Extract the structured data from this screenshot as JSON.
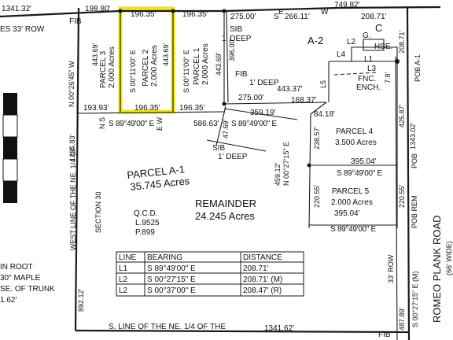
{
  "colors": {
    "highlight": "#f2e600",
    "line": "#1a1a1a",
    "paper": "#ffffff"
  },
  "top_labels": {
    "top_left_dim": "1341.32'",
    "row_left": "ES 33' ROW",
    "fib_top": "FIB",
    "dim_198": "198.80'",
    "dim_196a": "196.35'",
    "dim_196b": "196.35'",
    "dim_275a": "275.00'",
    "dim_266": "266.11'",
    "dim_749": "749.82'",
    "dim_208a": "208.71'",
    "s_mark": "S",
    "e_mark": "E",
    "w_mark": "W"
  },
  "parcels": {
    "p3_name": "PARCEL 3",
    "p3_area": "2.000 Acres",
    "p2_name": "PARCEL 2",
    "p2_area": "2.000 Acres",
    "p1_name": "PARCEL 1",
    "p1_area": "2.000 Acres",
    "p4_name": "PARCEL 4",
    "p4_area": "3.500 Acres",
    "p5_name": "PARCEL 5",
    "p5_area": "2.000 Acres",
    "pa1_name": "PARCEL A-1",
    "pa1_area": "35.745 Acres",
    "rem_name": "REMAINDER",
    "rem_area": "24.245 Acres",
    "a2": "A-2",
    "c": "C"
  },
  "vertical_labels": {
    "bearing_a": "N 00°26'45\" W",
    "dim_443a": "443.69'",
    "bearing_b": "S 00°11'00\" E",
    "dim_443b": "443.69'",
    "bearing_c": "S 00°11'00\" E",
    "dim_443c": "443.69'",
    "dim_396": "396.00'",
    "dim_1335": "1335.83'",
    "west_line": "WEST LINE OF THE NE. 1/4 OF",
    "section": "SECTION 30",
    "dim_892": "892.12'",
    "dim_47": "47.69'",
    "dim_459": "459.12'",
    "bearing_d": "N 00°27'15\" E",
    "dim_238": "238.57'",
    "dim_220a": "220.55'",
    "dim_220b": "220.55'",
    "dim_425": "425.87'",
    "dim_1343": "1343.02'",
    "dim_208b": "208.71'",
    "dim_487": "487.89'",
    "bearing_e": "S 00°27'15\" E (M)",
    "row_33": "33' ROW",
    "road_name": "ROMEO PLANK ROAD",
    "road_width": "(66' WIDE)",
    "l5": "L5",
    "dim_78": "7.8'",
    "pob_a1": "POB A-1",
    "pob_main": "POB",
    "pob_rem": "POB REM",
    "ns_a": "N S",
    "ew_a": "E W"
  },
  "mid_labels": {
    "sib1": "SIB",
    "deep1": "1' DEEP",
    "fib_mid": "FIB",
    "deep2": "1' DEEP",
    "dim_443_37": "443.37'",
    "dim_275b": "275.00'",
    "dim_168": "168.37'",
    "dim_84": "84.18'",
    "dim_193": "193.93'",
    "dim_196c": "196.35'",
    "dim_196d": "196.35'",
    "dim_359": "359.19'",
    "bearing_89_a": "S 89°49'00\" E",
    "dim_586": "586.63'",
    "bearing_89_b": "S 89°49'00\" E",
    "sib2": "SIB",
    "deep3": "1' DEEP",
    "dim_395a": "395.04'",
    "bearing_89_c": "S 89°49'00\" E",
    "dim_395b": "395.04'",
    "bearing_89_d": "S 89°49'00\" E",
    "l2": "L2",
    "l4": "L4",
    "l1": "L1",
    "l3": "L3",
    "g": "G.",
    "hse": "HSE.",
    "fnc": "FNC.",
    "ench": "ENCH.",
    "qcd": "Q.C.D.",
    "liber": "L.9525",
    "page": "P.899"
  },
  "bottom": {
    "s_line": "S. LINE OF THE NE. 1/4 OF THE",
    "dim_1341b": "1341.62'",
    "fib_bottom": "FIB",
    "root1": "IN ROOT",
    "root2": "30\" MAPLE",
    "root3": "SE. OF TRUNK",
    "root4": "1.62'"
  },
  "table": {
    "headers": [
      "LINE",
      "BEARING",
      "DISTANCE"
    ],
    "rows": [
      {
        "line": "L1",
        "bearing": "S 89°49'00\" E",
        "distance": "208.71'"
      },
      {
        "line": "L2",
        "bearing": "S 00°27'15\" E",
        "distance": "208.71' (M)"
      },
      {
        "line": "L2",
        "bearing": "S 00°37'00\" E",
        "distance": "208.47' (R)"
      }
    ]
  }
}
